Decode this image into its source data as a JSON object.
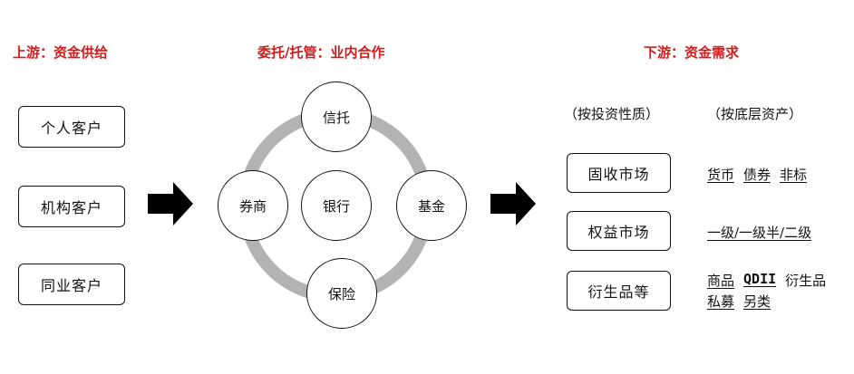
{
  "headers": {
    "upstream": "上游：资金供给",
    "middle": "委托/托管：业内合作",
    "downstream": "下游：资金需求"
  },
  "upstream_boxes": [
    "个人客户",
    "机构客户",
    "同业客户"
  ],
  "circles": {
    "top": "信托",
    "left": "券商",
    "center": "银行",
    "right": "基金",
    "bottom": "保险"
  },
  "subheaders": {
    "by_nature": "（按投资性质）",
    "by_asset": "（按底层资产）"
  },
  "markets": [
    "固收市场",
    "权益市场",
    "衍生品等"
  ],
  "assets": {
    "fixed_income": [
      "货币",
      "债券",
      "非标"
    ],
    "equity": [
      "一级/一级半/二级"
    ],
    "derivatives_line1": [
      "商品",
      "QDII",
      "衍生品"
    ],
    "derivatives_line2": [
      "私募",
      "另类"
    ]
  },
  "colors": {
    "header": "#d01c1c",
    "ring": "#b3b3b3",
    "arrow": "#000000"
  }
}
